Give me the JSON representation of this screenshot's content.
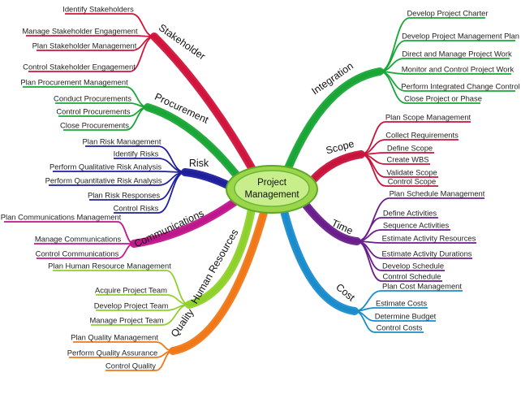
{
  "center": {
    "line1": "Project",
    "line2": "Management",
    "color": "#7cc832"
  },
  "branches": [
    {
      "label": "Stakeholder",
      "color": "#d0143c",
      "leaves": [
        "Identify Stakeholders",
        "Manage Stakeholder Engagement",
        "Plan Stakeholder Management",
        "Control Stakeholder Engagement"
      ]
    },
    {
      "label": "Procurement",
      "color": "#1aa637",
      "leaves": [
        "Plan Procurement Management",
        "Conduct Procurements",
        "Control Procurements",
        "Close Procurements"
      ]
    },
    {
      "label": "Risk",
      "color": "#1f1f9e",
      "leaves": [
        "Plan Risk Management",
        "Identify Risks",
        "Perform Qualitative Risk Analysis",
        "Perform Quantitative Risk Analysis",
        "Plan Risk Responses",
        "Control Risks"
      ]
    },
    {
      "label": "Communications",
      "color": "#c0168c",
      "leaves": [
        "Plan Communications Management",
        "Manage Communications",
        "Control Communications"
      ]
    },
    {
      "label": "Human Resources",
      "color": "#8fd12b",
      "leaves": [
        "Plan Human Resource Management",
        "Acquire Project Team",
        "Develop Project Team",
        "Manage Project Team"
      ]
    },
    {
      "label": "Quality",
      "color": "#f07818",
      "leaves": [
        "Plan Quality Management",
        "Perform Quality Assurance",
        "Control Quality"
      ]
    },
    {
      "label": "Integration",
      "color": "#1aa637",
      "leaves": [
        "Develop Project Charter",
        "Develop Project Management Plan",
        "Direct and Manage Project Work",
        "Monitor and Control Project Work",
        "Perform Integrated Change Control",
        "Close Project or Phase"
      ]
    },
    {
      "label": "Scope",
      "color": "#c8143c",
      "leaves": [
        "Plan Scope Management",
        "Collect Requirements",
        "Define Scope",
        "Create WBS",
        "Validate Scope",
        "Control Scope"
      ]
    },
    {
      "label": "Time",
      "color": "#6a1e8c",
      "leaves": [
        "Plan Schedule Management",
        "Define Activities",
        "Sequence Activities",
        "Estimate Activity Resources",
        "Estimate Activity Durations",
        "Develop Schedule",
        "Control Schedule"
      ]
    },
    {
      "label": "Cost",
      "color": "#1a8ccc",
      "leaves": [
        "Plan Cost Management",
        "Estimate Costs",
        "Determine Budget",
        "Control Costs"
      ]
    }
  ]
}
